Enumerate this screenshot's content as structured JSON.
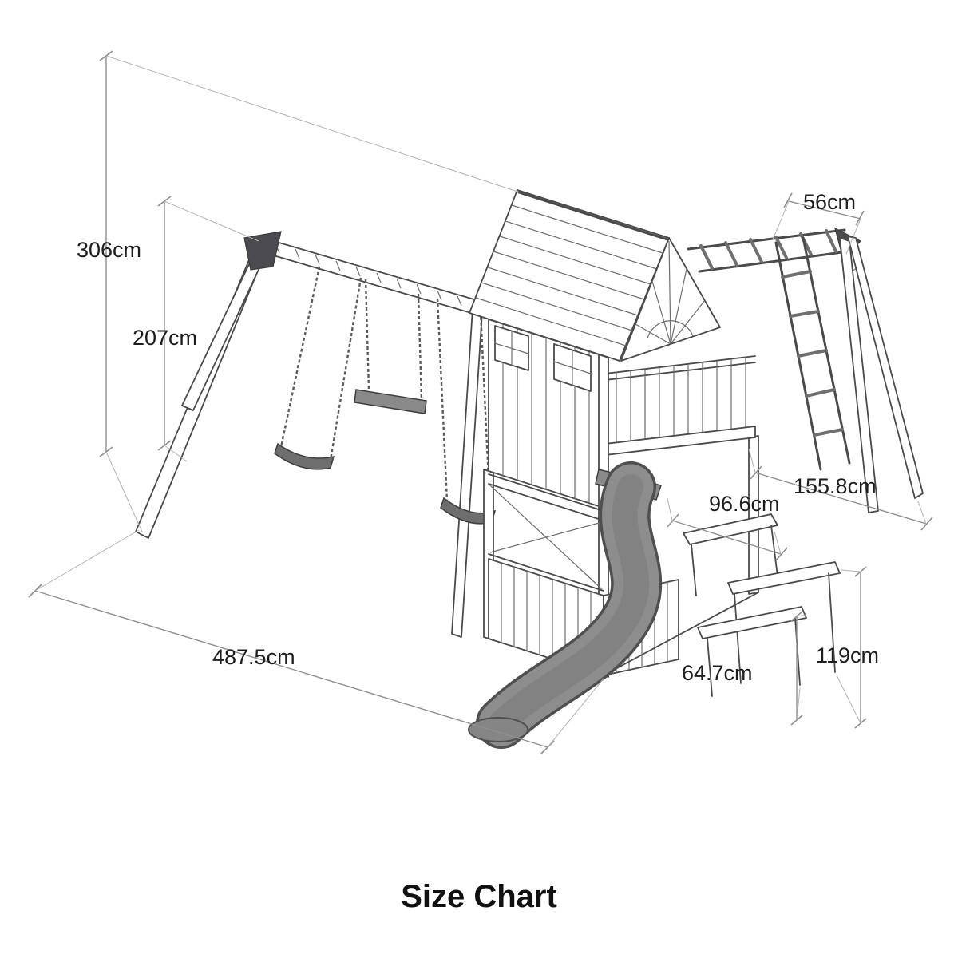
{
  "page": {
    "title": "Size Chart"
  },
  "dimensions": {
    "total_height": "306cm",
    "swing_beam_height": "207cm",
    "monkey_bar_width": "56cm",
    "frame_depth": "155.8cm",
    "tower_depth": "96.6cm",
    "table_height": "119cm",
    "bench_height": "64.7cm",
    "total_width": "487.5cm"
  },
  "colors": {
    "structure_line": "#4a4a4a",
    "dimension_line": "#8f8f8f",
    "slide_fill": "#8d8d8d",
    "slide_edge": "#4f4f4f",
    "bracket_fill": "#4b4b4f",
    "text": "#1d1d1d",
    "background": "#ffffff"
  }
}
